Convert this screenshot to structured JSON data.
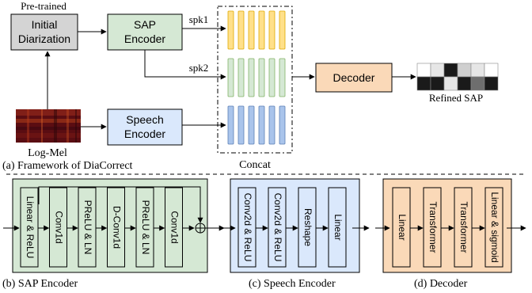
{
  "framework": {
    "pretrained_label": "Pre-trained",
    "initial_diarization": [
      "Initial",
      "Diarization"
    ],
    "sap_encoder": [
      "SAP",
      "Encoder"
    ],
    "speech_encoder": [
      "Speech",
      "Encoder"
    ],
    "decoder": "Decoder",
    "spk1": "spk1",
    "spk2": "spk2",
    "concat": "Concat",
    "log_mel": "Log-Mel",
    "refined_sap": "Refined SAP",
    "caption": "(a) Framework of DiaCorrect",
    "colors": {
      "gray_box": "#d4d4d4",
      "green_box": "#d5e8d4",
      "blue_box": "#dae8fc",
      "orange_box": "#fad9b8",
      "yellow_bar": "#ffe08a",
      "green_bar": "#d5e8d4",
      "blue_bar": "#a9c4eb"
    }
  },
  "sap_encoder_detail": {
    "blocks": [
      "Linear & ReLU",
      "Conv1d",
      "PReLU & LN",
      "D-Conv1d",
      "PReLU & LN",
      "Conv1d"
    ],
    "caption": "(b) SAP Encoder"
  },
  "speech_encoder_detail": {
    "blocks": [
      "Conv2d & ReLU",
      "Conv2d & ReLU",
      "Reshape",
      "Linear"
    ],
    "caption": "(c) Speech Encoder"
  },
  "decoder_detail": {
    "blocks": [
      "Linear",
      "Transformer",
      "Transformer",
      "Linear & sigmoid"
    ],
    "caption": "(d) Decoder"
  },
  "refined_grid": {
    "rows": [
      [
        "#ffffff",
        "#e6e6e6",
        "#1a1a1a",
        "#cfcfcf",
        "#e6e6e6",
        "#ffffff"
      ],
      [
        "#1a1a1a",
        "#1a1a1a",
        "#e6e6e6",
        "#1a1a1a",
        "#6e6e6e",
        "#1a1a1a"
      ]
    ]
  }
}
